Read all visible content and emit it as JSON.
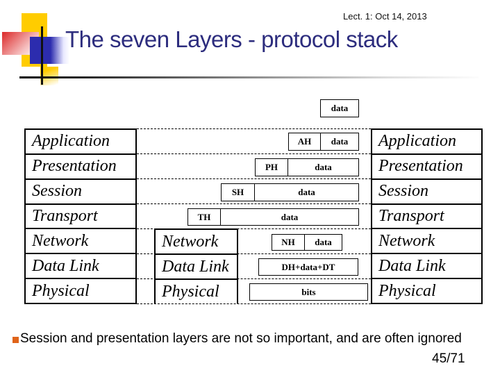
{
  "header": {
    "lecture_info": "Lect. 1: Oct 14, 2013",
    "title": "The seven Layers - protocol stack"
  },
  "diagram": {
    "left_stack": [
      "Application",
      "Presentation",
      "Session",
      "Transport",
      "Network",
      "Data Link",
      "Physical"
    ],
    "middle_stack": [
      "Network",
      "Data Link",
      "Physical"
    ],
    "right_stack": [
      "Application",
      "Presentation",
      "Session",
      "Transport",
      "Network",
      "Data Link",
      "Physical"
    ],
    "boxes": {
      "top": {
        "label": "data"
      },
      "application": {
        "header": "AH",
        "payload": "data"
      },
      "presentation": {
        "header": "PH",
        "payload": "data"
      },
      "session": {
        "header": "SH",
        "payload": "data"
      },
      "transport": {
        "header": "TH",
        "payload": "data"
      },
      "network": {
        "header": "NH",
        "payload": "data"
      },
      "data_link": {
        "label": "DH+data+DT"
      },
      "physical": {
        "label": "bits"
      }
    }
  },
  "footer": {
    "note": "Session and presentation layers are not so important, and are often ignored",
    "page_number": "45/71"
  },
  "colors": {
    "title-color": "#2d2d7e",
    "bullet-color": "#e0641a",
    "logo-yellow": "#ffcc00",
    "logo-blue": "#2c2cae",
    "logo-red": "#dd3333"
  }
}
